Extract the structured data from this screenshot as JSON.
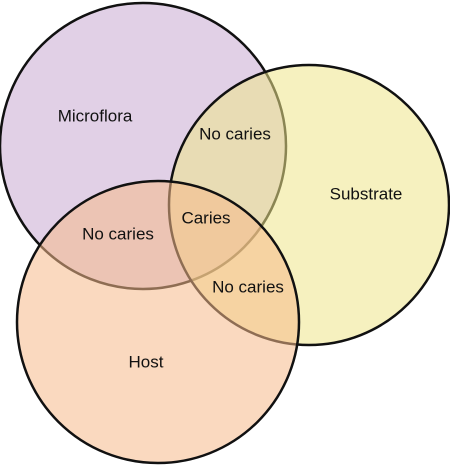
{
  "diagram": {
    "sets": [
      {
        "id": "microflora",
        "label": "Microflora",
        "color": "#c8a9d2"
      },
      {
        "id": "substrate",
        "label": "Substrate",
        "color": "#efe58a"
      },
      {
        "id": "host",
        "label": "Host",
        "color": "#f5b98b"
      }
    ],
    "overlaps": {
      "microflora_substrate": "No caries",
      "microflora_host": "No caries",
      "substrate_host": "No caries",
      "all_three": "Caries"
    }
  }
}
